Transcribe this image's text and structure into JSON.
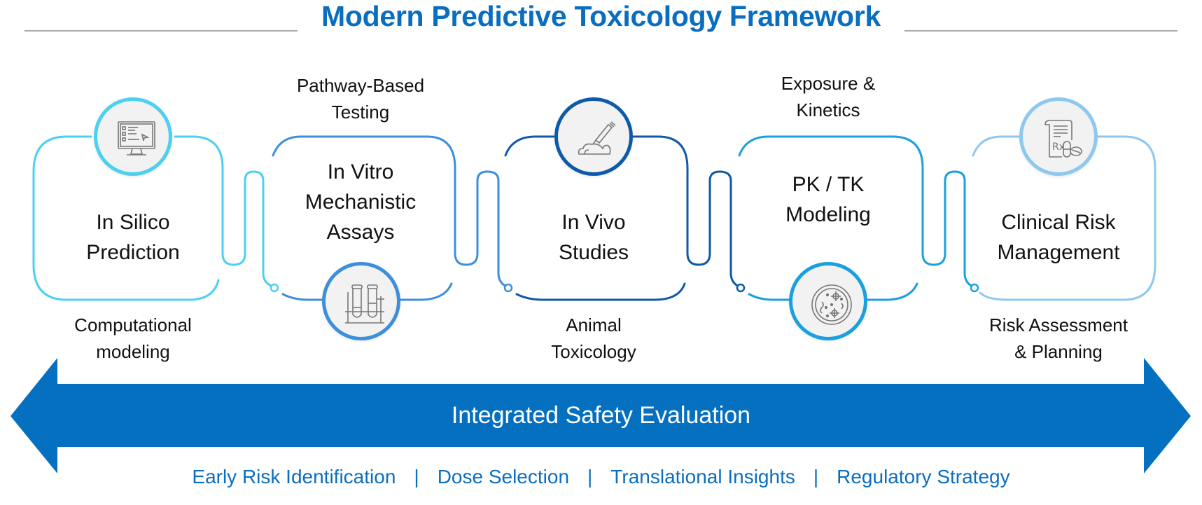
{
  "title": "Modern Predictive Toxicology Framework",
  "colors": {
    "title": "#0a6ec0",
    "arrow": "#0670c0",
    "rule": "#a9a9a9",
    "stage_1": "#4dd0f0",
    "stage_2": "#3d8fdc",
    "stage_3": "#0f5aa8",
    "stage_4": "#1aa0e0",
    "stage_5": "#8ec8ee"
  },
  "stages": [
    {
      "name": "In Silico Prediction",
      "lines": [
        "In Silico",
        "Prediction"
      ],
      "caption_lines": [
        "Computational",
        "modeling"
      ],
      "caption_position": "below",
      "icon": "computer-monitor-icon",
      "icon_position": "top"
    },
    {
      "name": "In Vitro Mechanistic Assays",
      "lines": [
        "In Vitro",
        "Mechanistic",
        "Assays"
      ],
      "caption_lines": [
        "Pathway-Based",
        "Testing"
      ],
      "caption_position": "above",
      "icon": "test-tubes-icon",
      "icon_position": "bottom"
    },
    {
      "name": "In Vivo Studies",
      "lines": [
        "In Vivo",
        "Studies"
      ],
      "caption_lines": [
        "Animal",
        "Toxicology"
      ],
      "caption_position": "below",
      "icon": "syringe-mouse-icon",
      "icon_position": "top"
    },
    {
      "name": "PK / TK Modeling",
      "lines": [
        "PK / TK",
        "Modeling"
      ],
      "caption_lines": [
        "Exposure &",
        "Kinetics"
      ],
      "caption_position": "above",
      "icon": "petri-dish-icon",
      "icon_position": "bottom"
    },
    {
      "name": "Clinical Risk Management",
      "lines": [
        "Clinical Risk",
        "Management"
      ],
      "caption_lines": [
        "Risk Assessment",
        "& Planning"
      ],
      "caption_position": "below",
      "icon": "prescription-pills-icon",
      "icon_position": "top"
    }
  ],
  "arrow": {
    "label": "Integrated Safety Evaluation"
  },
  "benefits": [
    "Early Risk Identification",
    "Dose Selection",
    "Translational Insights",
    "Regulatory Strategy"
  ],
  "separator": "|"
}
